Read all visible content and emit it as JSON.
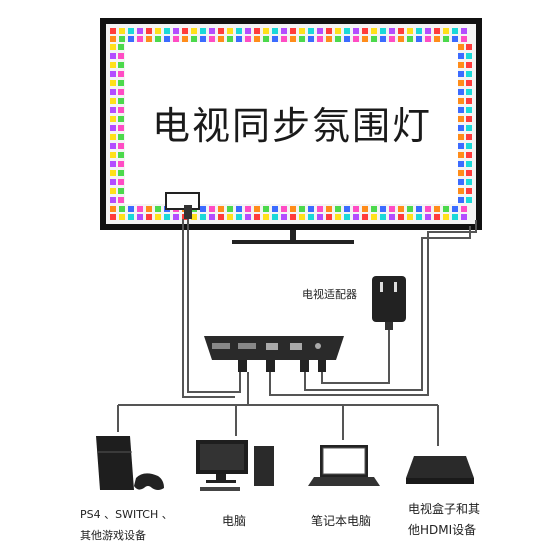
{
  "title": "电视同步氛围灯",
  "labels": {
    "adapter": "电视适配器",
    "ps4_line1": "PS4 、SWITCH 、",
    "ps4_line2": "其他游戏设备",
    "pc": "电脑",
    "laptop": "笔记本电脑",
    "box_line1": "电视盒子和其",
    "box_line2": "他HDMI设备"
  },
  "colors": {
    "led_strip": [
      "#ff3b3b",
      "#ff8c1a",
      "#ffe01a",
      "#4cd94c",
      "#1ad9d9",
      "#3b6bff",
      "#b34cff",
      "#ff4cc4"
    ],
    "cable": "#555555",
    "device_dark": "#2a2a2a"
  },
  "icons": [
    "tv-icon",
    "camera-icon",
    "sync-box-icon",
    "power-adapter-icon",
    "ps4-console-icon",
    "desktop-pc-icon",
    "laptop-icon",
    "tv-box-icon"
  ]
}
